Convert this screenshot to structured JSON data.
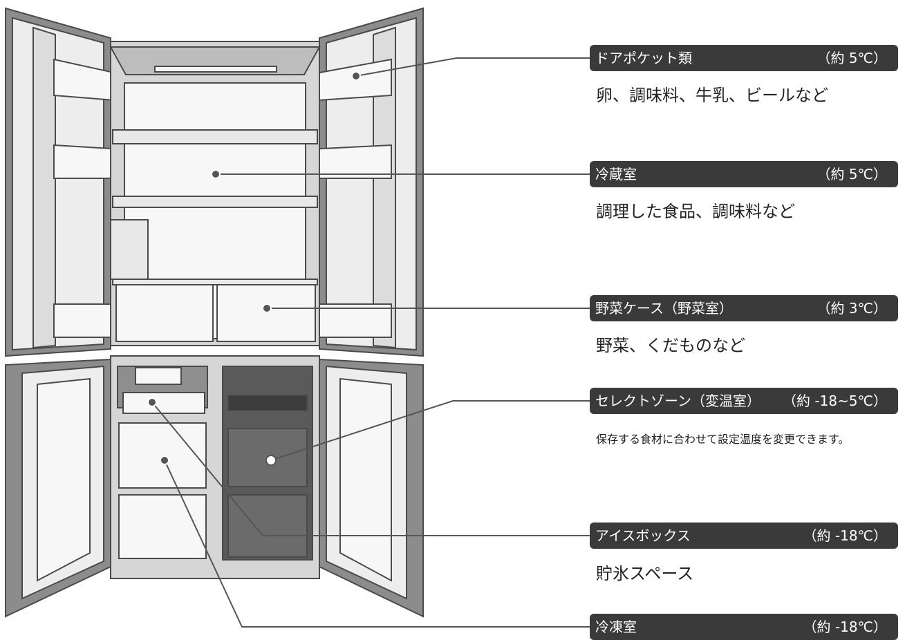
{
  "callouts": [
    {
      "name": "ドアポケット類",
      "temp": "（約 5℃）",
      "desc": "卵、調味料、牛乳、ビールなど"
    },
    {
      "name": "冷蔵室",
      "temp": "（約 5℃）",
      "desc": "調理した食品、調味料など"
    },
    {
      "name": "野菜ケース（野菜室）",
      "temp": "（約 3℃）",
      "desc": "野菜、くだものなど"
    },
    {
      "name": "セレクトゾーン（変温室）",
      "temp": "（約 -18~5℃）",
      "desc": "保存する食材に合わせて設定温度を変更できます。"
    },
    {
      "name": "アイスボックス",
      "temp": "（約 -18℃）",
      "desc": "貯氷スペース"
    },
    {
      "name": "冷凍室",
      "temp": "（約 -18℃）",
      "desc": ""
    }
  ],
  "colors": {
    "label_bg": "#3a3a3a",
    "line": "#555555",
    "body_gray": "#8c8c8c",
    "inner": "#f2f2f2"
  }
}
